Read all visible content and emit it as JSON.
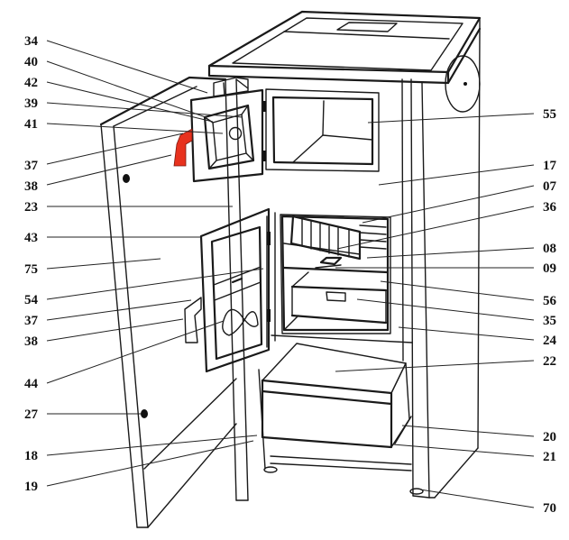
{
  "figure": {
    "title": "",
    "subject": "Exploded parts diagram of a solid-fuel boiler / stove cabinet with open doors",
    "handle_color": "#e8321e",
    "line_color": "#1a1a1a"
  },
  "callouts_left": [
    {
      "id": "34",
      "label": "34"
    },
    {
      "id": "40",
      "label": "40"
    },
    {
      "id": "42",
      "label": "42"
    },
    {
      "id": "39",
      "label": "39"
    },
    {
      "id": "41",
      "label": "41"
    },
    {
      "id": "37a",
      "label": "37"
    },
    {
      "id": "38a",
      "label": "38"
    },
    {
      "id": "23",
      "label": "23"
    },
    {
      "id": "43",
      "label": "43"
    },
    {
      "id": "75",
      "label": "75"
    },
    {
      "id": "54",
      "label": "54"
    },
    {
      "id": "37b",
      "label": "37"
    },
    {
      "id": "38b",
      "label": "38"
    },
    {
      "id": "44",
      "label": "44"
    },
    {
      "id": "27",
      "label": "27"
    },
    {
      "id": "18",
      "label": "18"
    },
    {
      "id": "19",
      "label": "19"
    }
  ],
  "callouts_right": [
    {
      "id": "55",
      "label": "55"
    },
    {
      "id": "17",
      "label": "17"
    },
    {
      "id": "07",
      "label": "07"
    },
    {
      "id": "36",
      "label": "36"
    },
    {
      "id": "08",
      "label": "08"
    },
    {
      "id": "09",
      "label": "09"
    },
    {
      "id": "56",
      "label": "56"
    },
    {
      "id": "35",
      "label": "35"
    },
    {
      "id": "24",
      "label": "24"
    },
    {
      "id": "22",
      "label": "22"
    },
    {
      "id": "20",
      "label": "20"
    },
    {
      "id": "21",
      "label": "21"
    },
    {
      "id": "70",
      "label": "70"
    }
  ]
}
